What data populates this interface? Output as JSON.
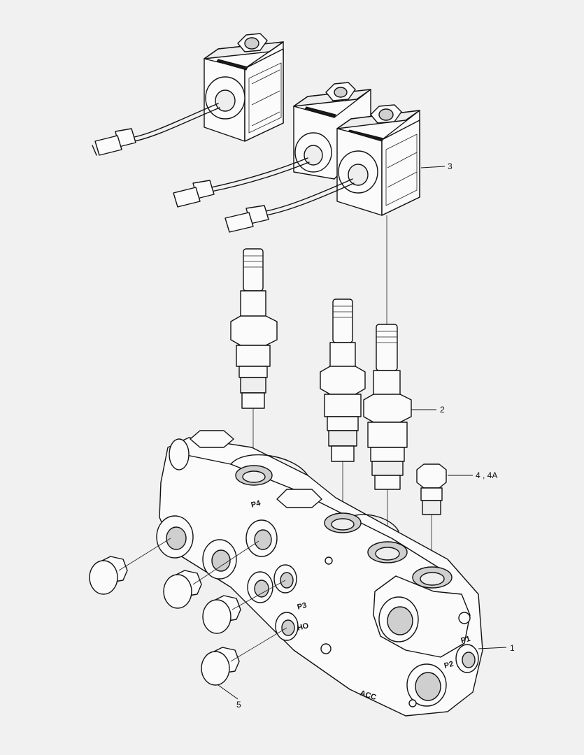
{
  "callouts": {
    "c1": "1",
    "c2": "2",
    "c3": "3",
    "c4": "4 , 4A",
    "c5": "5"
  },
  "ports": {
    "p4": "P4",
    "p3": "P3",
    "ho": "HO",
    "p1": "P1",
    "p2": "P2",
    "acc": "ACC"
  },
  "colors": {
    "background": "#f1f1f1",
    "line": "#111111"
  }
}
